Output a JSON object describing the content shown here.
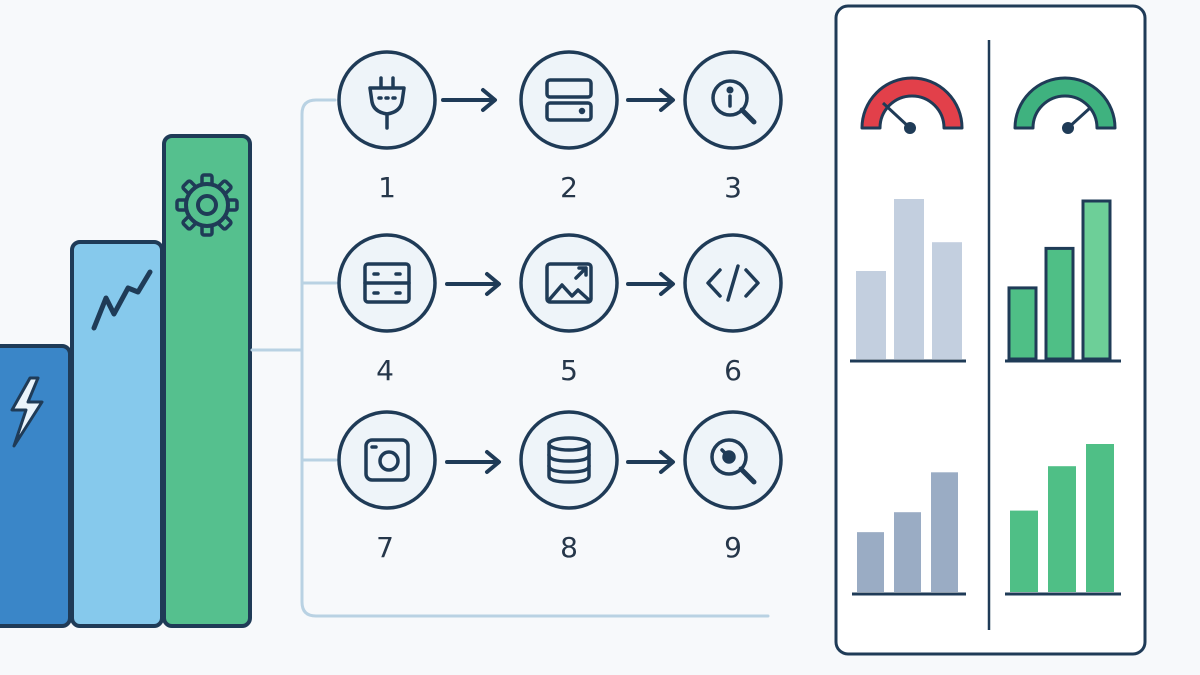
{
  "colors": {
    "outline": "#1f3b57",
    "bar_dark_blue": "#3a86c8",
    "bar_light_blue": "#86c9ec",
    "bar_green": "#55c08e",
    "connector": "#b9d2e3",
    "node_fill": "#eef4f9",
    "gauge_red": "#e2404a",
    "gauge_green": "#3fb27f",
    "chart_gray_light": "#c3cfdf",
    "chart_gray_mid": "#9aacc4",
    "chart_green": "#4fbf86",
    "panel_bg": "#ffffff"
  },
  "rising_bars": [
    {
      "icon": "lightning-icon"
    },
    {
      "icon": "trend-zigzag-icon"
    },
    {
      "icon": "gear-icon"
    }
  ],
  "steps": [
    {
      "number": "1",
      "icon": "plug-icon"
    },
    {
      "number": "2",
      "icon": "server-icon"
    },
    {
      "number": "3",
      "icon": "inspect-icon"
    },
    {
      "number": "4",
      "icon": "grid-icon"
    },
    {
      "number": "5",
      "icon": "image-icon"
    },
    {
      "number": "6",
      "icon": "code-icon"
    },
    {
      "number": "7",
      "icon": "camera-icon"
    },
    {
      "number": "8",
      "icon": "database-icon"
    },
    {
      "number": "9",
      "icon": "search-icon"
    }
  ],
  "comparison": {
    "before": {
      "gauge_level": 0.2,
      "gauge_color": "red",
      "top_chart": [
        0.55,
        1.0,
        0.73
      ],
      "bottom_chart": [
        0.45,
        0.6,
        0.9
      ]
    },
    "after": {
      "gauge_level": 0.85,
      "gauge_color": "green",
      "top_chart": [
        0.45,
        0.7,
        1.0
      ],
      "bottom_chart": [
        0.55,
        0.85,
        1.0
      ]
    }
  }
}
